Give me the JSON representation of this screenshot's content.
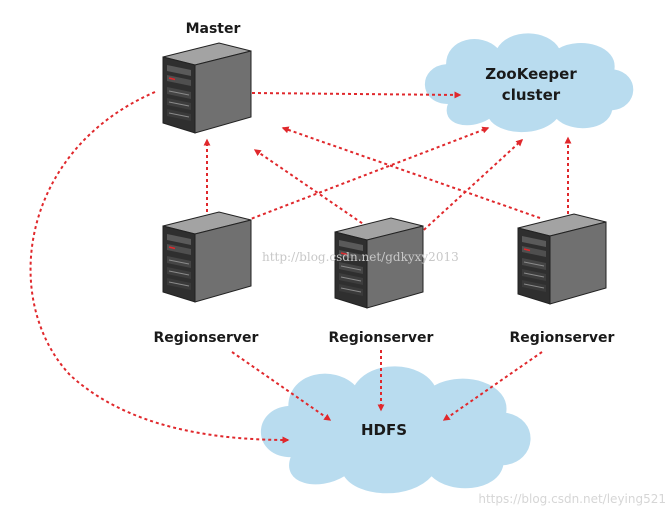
{
  "nodes": {
    "master": {
      "label": "Master"
    },
    "zookeeper": {
      "label_line1": "ZooKeeper",
      "label_line2": "cluster"
    },
    "regionserver_1": {
      "label": "Regionserver"
    },
    "regionserver_2": {
      "label": "Regionserver"
    },
    "regionserver_3": {
      "label": "Regionserver"
    },
    "hdfs": {
      "label": "HDFS"
    }
  },
  "watermarks": {
    "center": "http://blog.csdn.net/gdkyxy2013",
    "bottom_right": "https://blog.csdn.net/leying521"
  },
  "colors": {
    "arrow": "#e0282c",
    "cloud": "#b9dcef",
    "server_front": "#2e2e2e",
    "server_side": "#6f6f6f",
    "server_top": "#9a9a9a"
  }
}
